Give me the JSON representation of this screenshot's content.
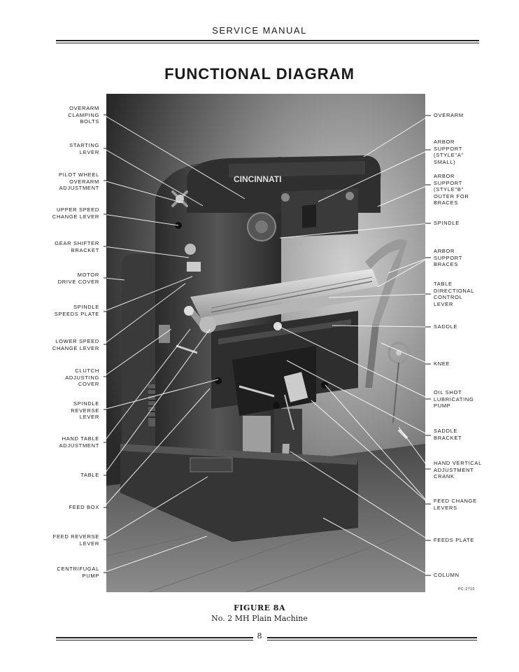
{
  "header": {
    "manual_title": "SERVICE MANUAL"
  },
  "page_title": "FUNCTIONAL DIAGRAM",
  "photo": {
    "brand_plate": "CINCINNATI"
  },
  "left_labels": [
    "OVERARM\nCLAMPING\nBOLTS",
    "STARTING\nLEVER",
    "PILOT WHEEL\nOVERARM\nADJUSTMENT",
    "UPPER SPEED\nCHANGE LEVER",
    "GEAR SHIFTER\nBRACKET",
    "MOTOR\nDRIVE COVER",
    "SPINDLE\nSPEEDS PLATE",
    "LOWER SPEED\nCHANGE LEVER",
    "CLUTCH\nADJUSTING\nCOVER",
    "SPINDLE\nREVERSE\nLEVER",
    "HAND TABLE\nADJUSTMENT",
    "TABLE",
    "FEED BOX",
    "FEED REVERSE\nLEVER",
    "CENTRIFUGAL\nPUMP"
  ],
  "right_labels": [
    "OVERARM",
    "ARBOR\nSUPPORT\n(STYLE\"A\"\nSMALL)",
    "ARBOR\nSUPPORT\n(STYLE\"B\"\nOUTER FOR\nBRACES",
    "SPINDLE",
    "ARBOR\nSUPPORT\nBRACES",
    "TABLE\nDIRECTIONAL\nCONTROL\nLEVER",
    "SADDLE",
    "KNEE",
    "OIL SHOT\nLUBRICATING\nPUMP",
    "SADDLE\nBRACKET",
    "HAND VERTICAL\nADJUSTMENT\nCRANK",
    "FEED CHANGE\nLEVERS",
    "FEEDS PLATE",
    "COLUMN"
  ],
  "part_number": "PC-2710",
  "caption": {
    "figure": "FIGURE 8A",
    "subtitle": "No. 2 MH Plain Machine"
  },
  "footer": {
    "page_number": "8"
  }
}
